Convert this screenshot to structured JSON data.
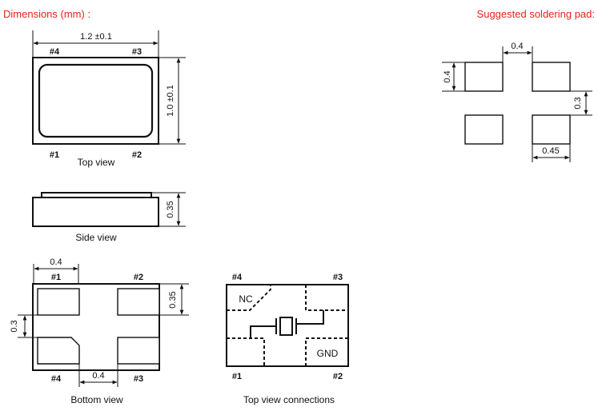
{
  "titles": {
    "dimensions": "Dimensions (mm) :",
    "soldering": "Suggested soldering pad:"
  },
  "top_view": {
    "caption": "Top view",
    "width_dim": "1.2 ±0.1",
    "height_dim": "1.0 ±0.1",
    "pins": [
      "#4",
      "#3",
      "#1",
      "#2"
    ]
  },
  "side_view": {
    "caption": "Side view",
    "height_dim": "0.35"
  },
  "bottom_view": {
    "caption": "Bottom view",
    "pad_width_dim": "0.4",
    "pad_height_dim": "0.35",
    "pad_gap_v_dim": "0.3",
    "pad_gap_h_dim": "0.4",
    "pins": [
      "#1",
      "#2",
      "#4",
      "#3"
    ]
  },
  "connections_view": {
    "caption": "Top view connections",
    "pins": [
      "#4",
      "#3",
      "#1",
      "#2"
    ],
    "nc_label": "NC",
    "gnd_label": "GND"
  },
  "soldering_pad": {
    "gap_h_dim": "0.4",
    "pad_height_dim": "0.4",
    "gap_v_dim": "0.3",
    "pad_width_dim": "0.45"
  }
}
